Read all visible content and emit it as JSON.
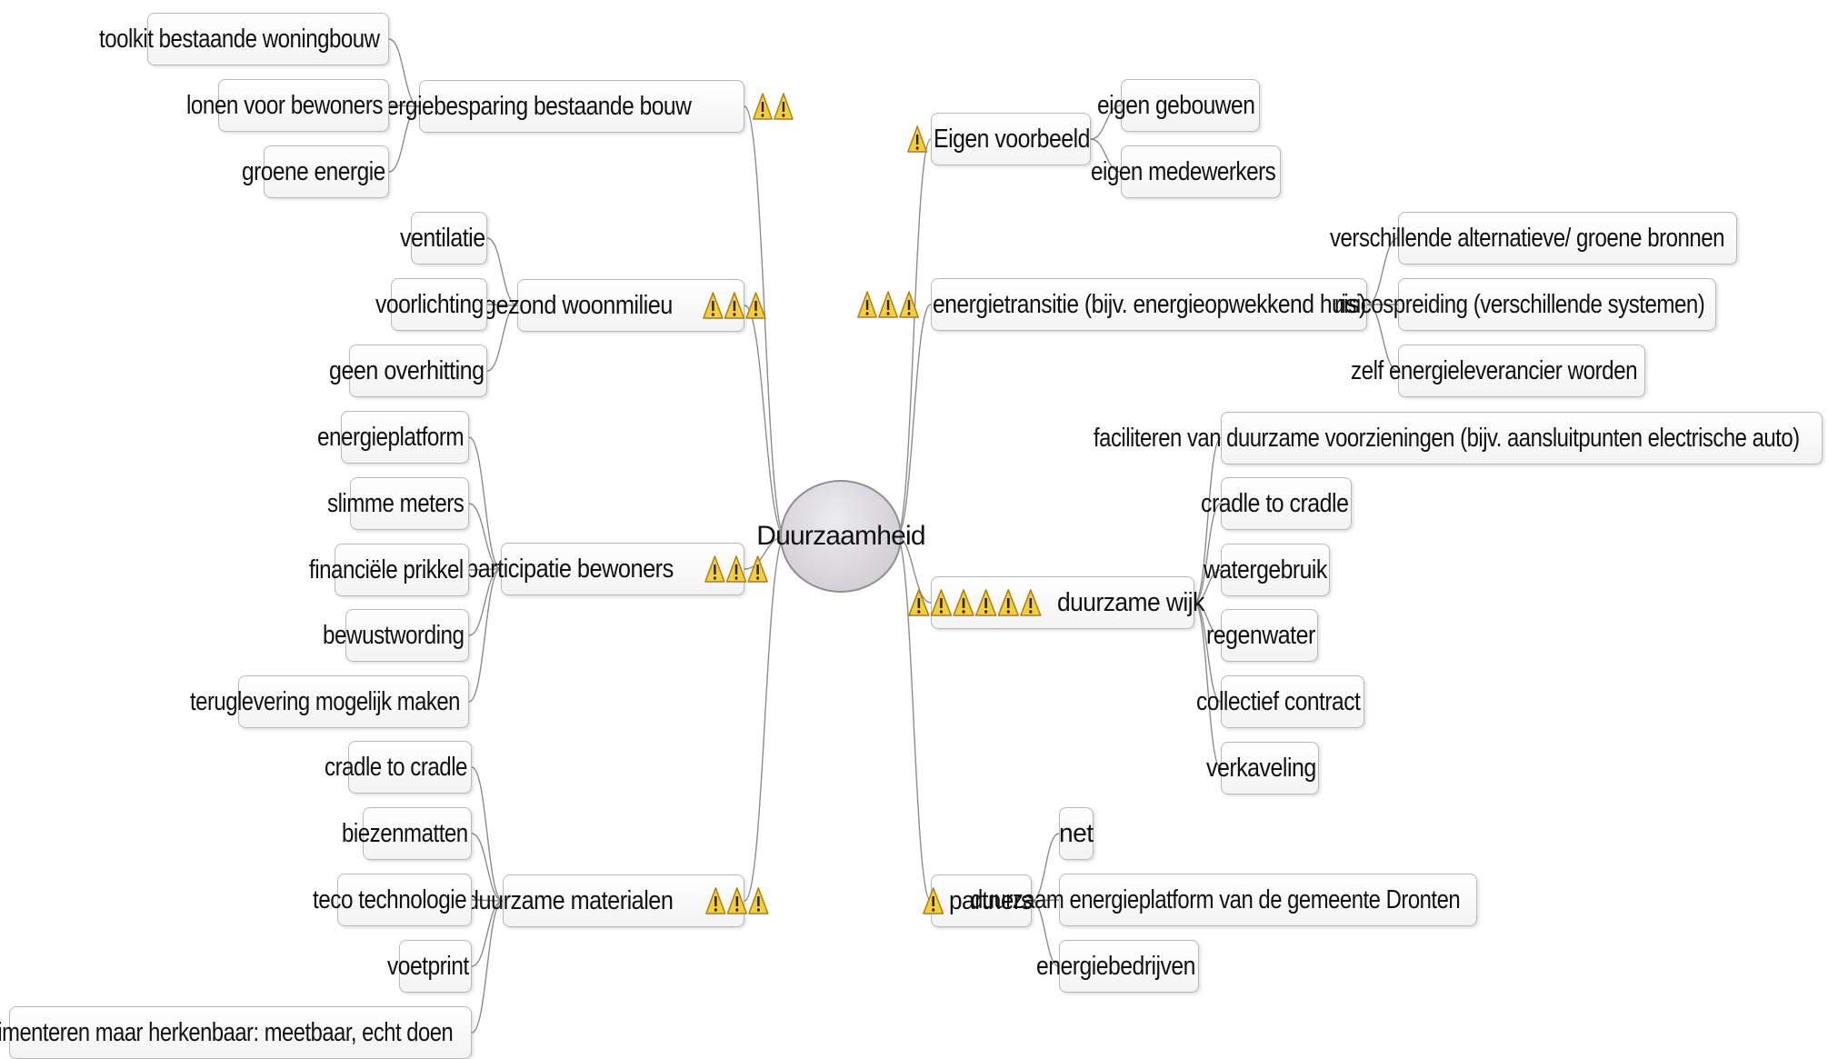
{
  "root": {
    "label": "Duurzaamheid"
  },
  "branches": [
    {
      "id": "b0",
      "label": "Energiebesparing bestaande bouw",
      "warnings": 2,
      "children": [
        "toolkit bestaande woningbouw",
        "lonen voor bewoners",
        "groene energie"
      ]
    },
    {
      "id": "b1",
      "label": "gezond woonmilieu",
      "warnings": 3,
      "children": [
        "ventilatie",
        "voorlichting",
        "geen overhitting"
      ]
    },
    {
      "id": "b2",
      "label": "participatie bewoners",
      "warnings": 3,
      "children": [
        "energieplatform",
        "slimme meters",
        "financiële prikkel",
        "bewustwording",
        "teruglevering mogelijk maken"
      ]
    },
    {
      "id": "b3",
      "label": "duurzame materialen",
      "warnings": 3,
      "children": [
        "cradle to cradle",
        "biezenmatten",
        "teco technologie",
        "voetprint",
        "wel experimenteren maar herkenbaar: meetbaar, echt doen"
      ]
    },
    {
      "id": "b4",
      "label": "Eigen voorbeeld",
      "warnings": 1,
      "children": [
        "eigen gebouwen",
        "eigen medewerkers"
      ]
    },
    {
      "id": "b5",
      "label": "energietransitie (bijv. energieopwekkend huis)",
      "warnings": 3,
      "children": [
        "verschillende alternatieve/ groene bronnen",
        "risicospreiding (verschillende systemen)",
        "zelf energieleverancier worden"
      ]
    },
    {
      "id": "b6",
      "label": "duurzame wijk",
      "warnings": 6,
      "children": [
        "faciliteren van duurzame voorzieningen (bijv. aansluitpunten electrische auto)",
        "cradle to cradle",
        "watergebruik",
        "regenwater",
        "collectief contract",
        "verkaveling"
      ]
    },
    {
      "id": "b7",
      "label": "partners",
      "warnings": 1,
      "children": [
        "net",
        "duurzaam energieplatform van de gemeente Dronten",
        "energiebedrijven"
      ]
    }
  ],
  "icons": {
    "warning": "warning-triangle-icon"
  },
  "colors": {
    "warning_fill": "#f5cf3a",
    "warning_stroke": "#b07c10",
    "node_border": "#b9b9b9",
    "connector": "#8c8c8c",
    "root_fill": "#d6d3d8"
  }
}
